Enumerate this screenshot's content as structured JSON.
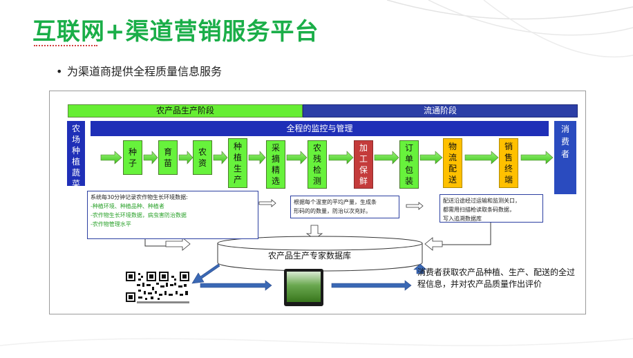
{
  "slide": {
    "title": "互联网+渠道营销服务平台",
    "bullet": "为渠道商提供全程质量信息服务",
    "bullet_marker": "•"
  },
  "diagram": {
    "phase_production": "农产品生产阶段",
    "phase_circulation": "流通阶段",
    "monitor_bar": "全程的监控与管理",
    "farm_label": [
      "农",
      "场",
      "种",
      "植",
      "蔬",
      "菜"
    ],
    "consumer_label": [
      "消",
      "费",
      "者"
    ],
    "steps": [
      {
        "chars": [
          "种",
          "子"
        ],
        "color": "green"
      },
      {
        "chars": [
          "育",
          "苗"
        ],
        "color": "green"
      },
      {
        "chars": [
          "农",
          "资"
        ],
        "color": "green"
      },
      {
        "chars": [
          "种",
          "植",
          "生",
          "产"
        ],
        "color": "green"
      },
      {
        "chars": [
          "采",
          "摘",
          "精",
          "选"
        ],
        "color": "green"
      },
      {
        "chars": [
          "农",
          "残",
          "检",
          "测"
        ],
        "color": "green"
      },
      {
        "chars": [
          "加",
          "工",
          "保",
          "鲜"
        ],
        "color": "red"
      },
      {
        "chars": [
          "订",
          "单",
          "包",
          "装"
        ],
        "color": "green"
      },
      {
        "chars": [
          "物",
          "流",
          "配",
          "送"
        ],
        "color": "orange"
      },
      {
        "chars": [
          "销",
          "售",
          "终",
          "端"
        ],
        "color": "orange"
      }
    ],
    "note_left": {
      "line1": "系统每30分钟记录农作物生长环境数据:",
      "line2": "-种植环境、种植品种、种植者",
      "line3": "-农作物生长环境数据，病虫害防治数据",
      "line4": "-农作物管理水平"
    },
    "note_middle": {
      "line1": "根据每个温室的平均产量，生成条",
      "line2": "形码的的数量，防治以次充好。"
    },
    "note_right": {
      "line1": "配送沿途经过运输和监测关口，",
      "line2": "都需用扫描枪读取条码数据，",
      "line3": "写入追溯数据库"
    },
    "database_label": "农产品生产专家数据库",
    "consumer_text": "消费者获取农产品种植、生产、配送的全过程信息，并对农产品质量作出评价"
  },
  "colors": {
    "title_green": "#1aae48",
    "phase_green": "#66ee33",
    "phase_blue": "#2c3fa6",
    "monitor_blue": "#1f2fb7",
    "step_red": "#c43b3b",
    "step_orange": "#ffc000"
  }
}
